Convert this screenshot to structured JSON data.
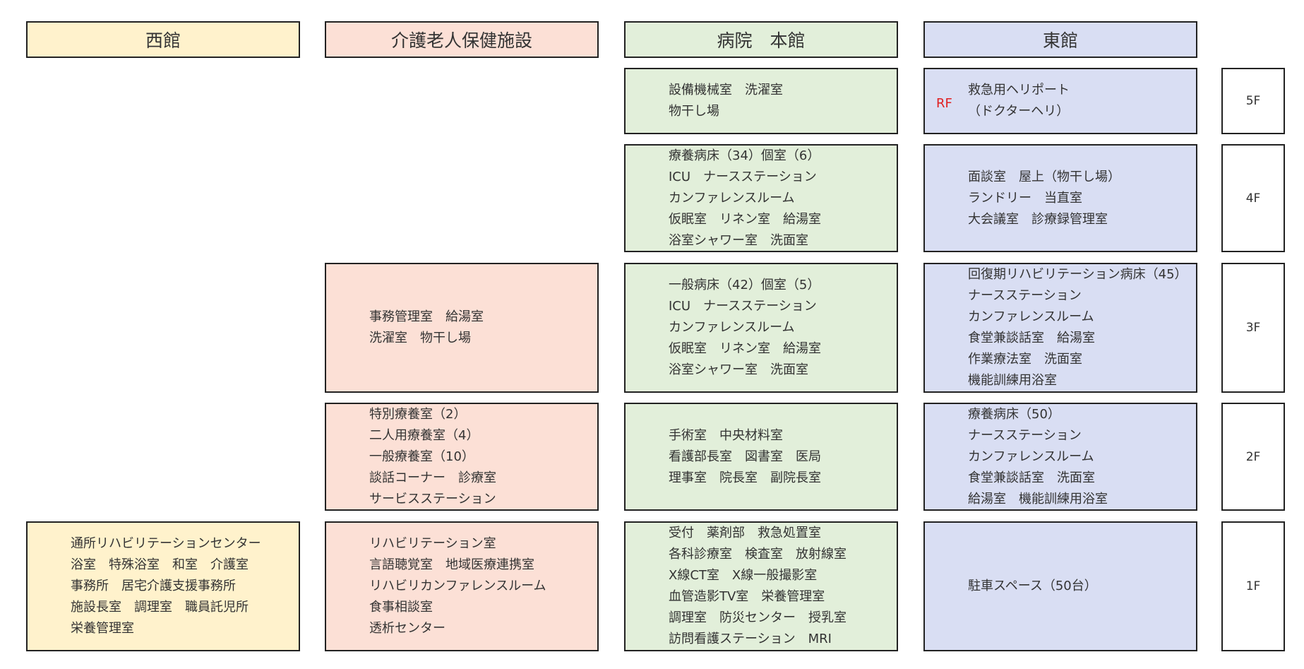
{
  "headers": {
    "west": "西館",
    "care": "介護老人保健施設",
    "main": "病院　本館",
    "east": "東館"
  },
  "colors": {
    "west": "#fff2cc",
    "care": "#fce0d6",
    "main": "#e2efda",
    "east": "#d9def3",
    "rf_mark": "#e02020"
  },
  "floors": [
    "5F",
    "4F",
    "3F",
    "2F",
    "1F"
  ],
  "rf_mark": "RF",
  "main": {
    "f5": [
      "設備機械室　洗濯室",
      "物干し場"
    ],
    "f4": [
      "療養病床（34）個室（6）",
      "ICU　ナースステーション",
      "カンファレンスルーム",
      "仮眠室　リネン室　給湯室",
      "浴室シャワー室　洗面室"
    ],
    "f3": [
      "一般病床（42）個室（5）",
      "ICU　ナースステーション",
      "カンファレンスルーム",
      "仮眠室　リネン室　給湯室",
      "浴室シャワー室　洗面室"
    ],
    "f2": [
      "手術室　中央材料室",
      "看護部長室　図書室　医局",
      "理事室　院長室　副院長室"
    ],
    "f1": [
      "受付　薬剤部　救急処置室",
      "各科診療室　検査室　放射線室",
      "X線CT室　X線一般撮影室",
      "血管造影TV室　栄養管理室",
      "調理室　防災センター　授乳室",
      "訪問看護ステーション　MRI"
    ]
  },
  "east": {
    "f5": [
      "救急用ヘリポート",
      "（ドクターヘリ）"
    ],
    "f4": [
      "面談室　屋上（物干し場）",
      "ランドリー　当直室",
      "大会議室　診療録管理室"
    ],
    "f3": [
      "回復期リハビリテーション病床（45）",
      "ナースステーション",
      "カンファレンスルーム",
      "食堂兼談話室　給湯室",
      "作業療法室　洗面室",
      "機能訓練用浴室"
    ],
    "f2": [
      "療養病床（50）",
      "ナースステーション",
      "カンファレンスルーム",
      "食堂兼談話室　洗面室",
      "給湯室　機能訓練用浴室"
    ],
    "f1": [
      "駐車スペース（50台）"
    ]
  },
  "care": {
    "f3": [
      "事務管理室　給湯室",
      "洗濯室　物干し場"
    ],
    "f2": [
      "特別療養室（2）",
      "二人用療養室（4）",
      "一般療養室（10）",
      "談話コーナー　診療室",
      "サービスステーション"
    ],
    "f1": [
      "リハビリテーション室",
      "言語聴覚室　地域医療連携室",
      "リハビリカンファレンスルーム",
      "食事相談室",
      "透析センター"
    ]
  },
  "west": {
    "f1": [
      "通所リハビリテーションセンター",
      "浴室　特殊浴室　和室　介護室",
      "事務所　居宅介護支援事務所",
      "施設長室　調理室　職員託児所",
      "栄養管理室"
    ]
  }
}
